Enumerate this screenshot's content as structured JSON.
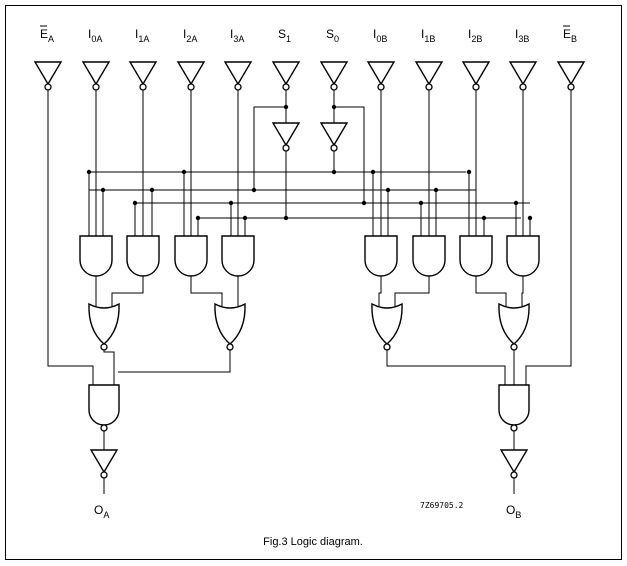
{
  "inputs": [
    {
      "main": "E",
      "sub": "A",
      "bar": true
    },
    {
      "main": "I",
      "sub": "0A",
      "bar": false
    },
    {
      "main": "I",
      "sub": "1A",
      "bar": false
    },
    {
      "main": "I",
      "sub": "2A",
      "bar": false
    },
    {
      "main": "I",
      "sub": "3A",
      "bar": false
    },
    {
      "main": "S",
      "sub": "1",
      "bar": false
    },
    {
      "main": "S",
      "sub": "0",
      "bar": false
    },
    {
      "main": "I",
      "sub": "0B",
      "bar": false
    },
    {
      "main": "I",
      "sub": "1B",
      "bar": false
    },
    {
      "main": "I",
      "sub": "2B",
      "bar": false
    },
    {
      "main": "I",
      "sub": "3B",
      "bar": false
    },
    {
      "main": "E",
      "sub": "B",
      "bar": true
    }
  ],
  "outputs": [
    {
      "main": "O",
      "sub": "A"
    },
    {
      "main": "O",
      "sub": "B"
    }
  ],
  "diagram_code": "7Z69705.2",
  "caption": "Fig.3  Logic diagram."
}
